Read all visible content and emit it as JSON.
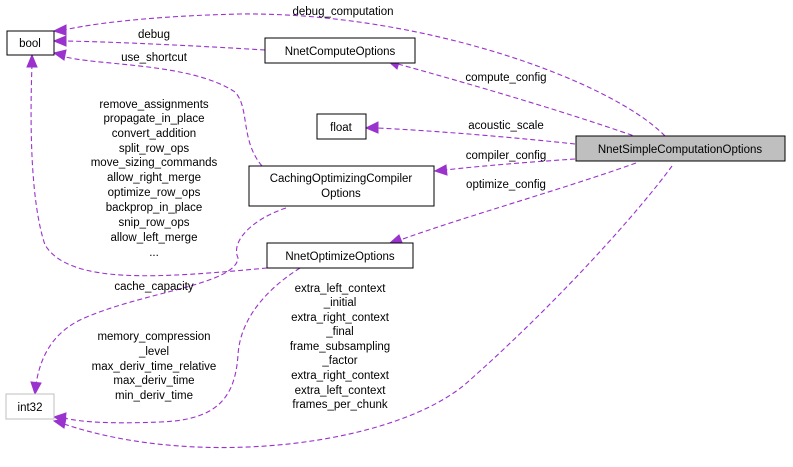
{
  "colors": {
    "edge": "#9a32cd",
    "node_border": "#000000",
    "node_border_light": "#bfbfbf",
    "highlight_fill": "#bfbfbf"
  },
  "nodes": {
    "bool": "bool",
    "float": "float",
    "int32": "int32",
    "nnet_compute_options": "NnetComputeOptions",
    "caching_line1": "CachingOptimizingCompiler",
    "caching_line2": "Options",
    "nnet_optimize_options": "NnetOptimizeOptions",
    "nnet_simple_computation_options": "NnetSimpleComputationOptions"
  },
  "edge_labels": {
    "debug_computation": "debug_computation",
    "debug": "debug",
    "use_shortcut": "use_shortcut",
    "compute_config": "compute_config",
    "acoustic_scale": "acoustic_scale",
    "compiler_config": "compiler_config",
    "optimize_config": "optimize_config",
    "cache_capacity": "cache_capacity",
    "optimize_bool_fields": [
      "remove_assignments",
      "propagate_in_place",
      "convert_addition",
      "split_row_ops",
      "move_sizing_commands",
      "allow_right_merge",
      "optimize_row_ops",
      "backprop_in_place",
      "snip_row_ops",
      "allow_left_merge",
      "..."
    ],
    "optimize_int_fields": [
      "memory_compression",
      "_level",
      "max_deriv_time_relative",
      "max_deriv_time",
      "min_deriv_time"
    ],
    "simple_int_fields": [
      "extra_left_context",
      "_initial",
      "extra_right_context",
      "_final",
      "frame_subsampling",
      "_factor",
      "extra_right_context",
      "extra_left_context",
      "frames_per_chunk"
    ]
  }
}
